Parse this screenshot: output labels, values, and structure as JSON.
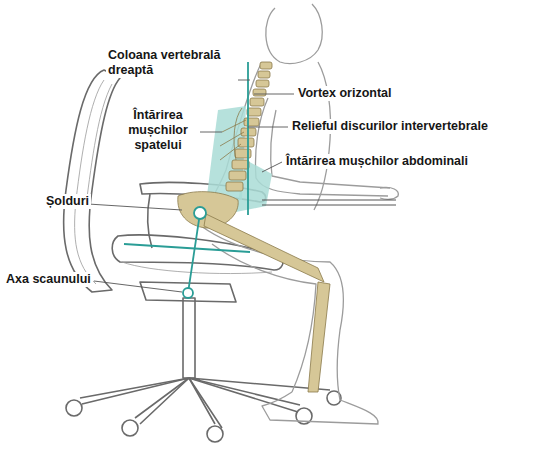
{
  "diagram": {
    "labels": [
      "Coloana vertebrală dreaptă",
      "Întărirea mușchilor spatelui",
      "Vortex orizontal",
      "Relieful discurilor intervertebrale",
      "Întărirea mușchilor abdominali",
      "Șolduri",
      "Axa scaunului"
    ]
  }
}
